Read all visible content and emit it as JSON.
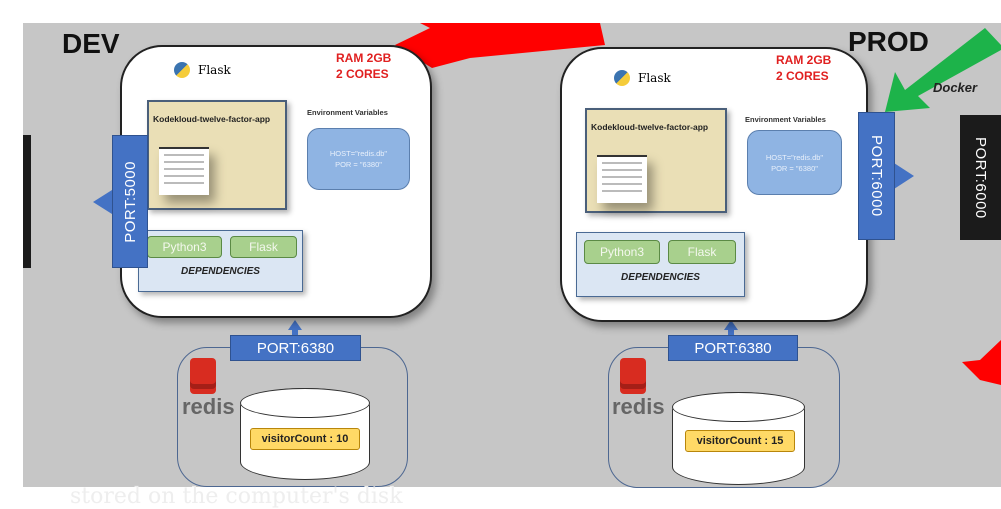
{
  "caption_bottom": "stored on the computer's disk",
  "colors": {
    "slide_bg": "#c6c6c6",
    "port_blue": "#4472c4",
    "ram_red": "#e02020",
    "arrow_red": "#ff0000",
    "arrow_green": "#1db34a"
  },
  "docker_label": "Docker",
  "external_port": "PORT:6000",
  "environments": [
    {
      "name": "DEV",
      "ram": "RAM 2GB",
      "cores": "2 CORES",
      "flask_logo": "Flask",
      "app_title": "Kodekloud-twelve-factor-app",
      "env_vars_label": "Environment Variables",
      "env_host": "HOST=\"redis.db\"",
      "env_port": "POR = \"6380\"",
      "deps": [
        "Python3",
        "Flask"
      ],
      "deps_label": "DEPENDENCIES",
      "app_port": "PORT:5000",
      "redis_port": "PORT:6380",
      "redis_logo": "redis",
      "visitor_count": "visitorCount : 10"
    },
    {
      "name": "PROD",
      "ram": "RAM 2GB",
      "cores": "2 CORES",
      "flask_logo": "Flask",
      "app_title": "Kodekloud-twelve-factor-app",
      "env_vars_label": "Environment Variables",
      "env_host": "HOST=\"redis.db\"",
      "env_port": "POR = \"6380\"",
      "deps": [
        "Python3",
        "Flask"
      ],
      "deps_label": "DEPENDENCIES",
      "app_port": "PORT:6000",
      "redis_port": "PORT:6380",
      "redis_logo": "redis",
      "visitor_count": "visitorCount : 15"
    }
  ]
}
